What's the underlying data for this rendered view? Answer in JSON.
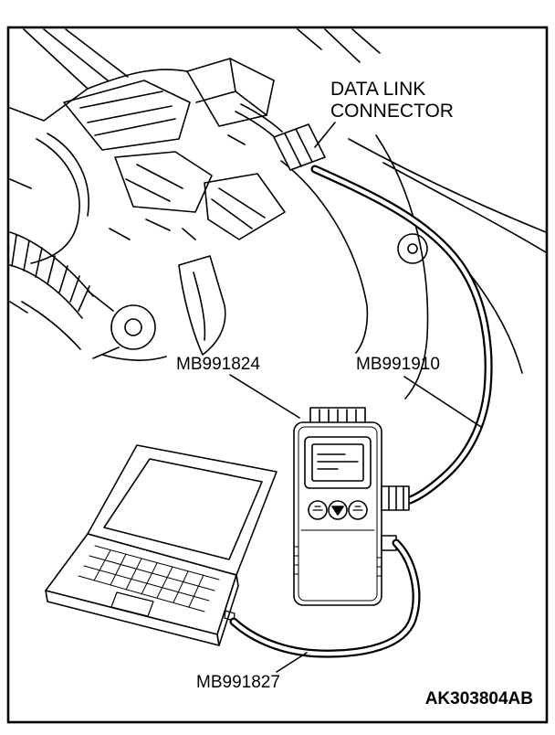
{
  "diagram": {
    "callouts": {
      "data_link_line1": "DATA LINK",
      "data_link_line2": "CONNECTOR",
      "interface_part": "MB991824",
      "dlc_cable_part": "MB991910",
      "pc_cable_part": "MB991827"
    },
    "figure_code": "AK303804AB",
    "colors": {
      "line": "#000000",
      "background": "#ffffff"
    }
  }
}
